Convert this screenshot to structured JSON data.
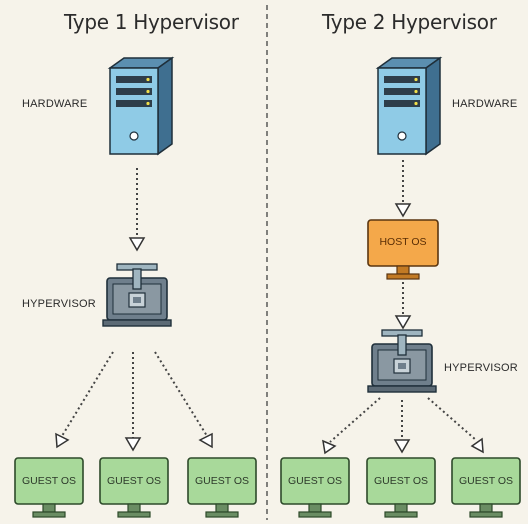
{
  "left": {
    "title": "Type 1 Hypervisor",
    "hardware_label": "HARDWARE",
    "hypervisor_label": "HYPERVISOR",
    "guests": [
      "GUEST OS",
      "GUEST OS",
      "GUEST OS"
    ]
  },
  "right": {
    "title": "Type 2 Hypervisor",
    "hardware_label": "HARDWARE",
    "host_os_label": "HOST OS",
    "hypervisor_label": "HYPERVISOR",
    "guests": [
      "GUEST OS",
      "GUEST OS",
      "GUEST OS"
    ]
  },
  "colors": {
    "server": "#8fcbe6",
    "host_os": "#f4a84a",
    "guest_os": "#a8d99a",
    "hypervisor_screen": "#6f7f8c"
  },
  "icons": [
    "server-icon",
    "hypervisor-icon",
    "monitor-icon"
  ]
}
